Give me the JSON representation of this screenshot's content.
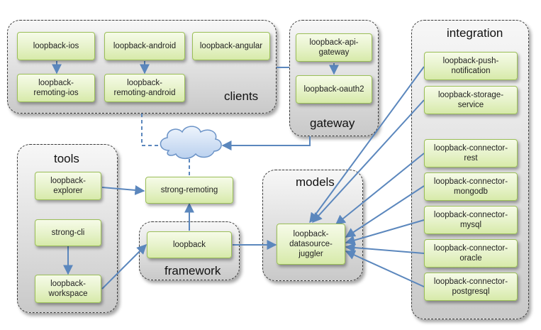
{
  "groups": {
    "clients": "clients",
    "gateway": "gateway",
    "integration": "integration",
    "tools": "tools",
    "models": "models",
    "framework": "framework"
  },
  "nodes": {
    "loopback_ios": "loopback-ios",
    "loopback_android": "loopback-android",
    "loopback_angular": "loopback-angular",
    "loopback_remoting_ios": "loopback-\nremoting-ios",
    "loopback_remoting_android": "loopback-\nremoting-android",
    "loopback_api_gateway": "loopback-api-\ngateway",
    "loopback_oauth2": "loopback-oauth2",
    "loopback_push_notification": "loopback-push-\nnotification",
    "loopback_storage_service": "loopback-storage-\nservice",
    "loopback_connector_rest": "loopback-connector-\nrest",
    "loopback_connector_mongodb": "loopback-connector-\nmongodb",
    "loopback_connector_mysql": "loopback-connector-\nmysql",
    "loopback_connector_oracle": "loopback-connector-\noracle",
    "loopback_connector_postgresql": "loopback-connector-\npostgresql",
    "loopback_explorer": "loopback-\nexplorer",
    "strong_cli": "strong-cli",
    "loopback_workspace": "loopback-\nworkspace",
    "strong_remoting": "strong-remoting",
    "loopback": "loopback",
    "loopback_datasource_juggler": "loopback-\ndatasource-\njuggler"
  },
  "colors": {
    "node_fill": "#e6f2c9",
    "node_border": "#9bbf58",
    "arrow": "#5b87bd",
    "cloud": "#cfe0f5",
    "group_border": "#3a3a3a"
  }
}
